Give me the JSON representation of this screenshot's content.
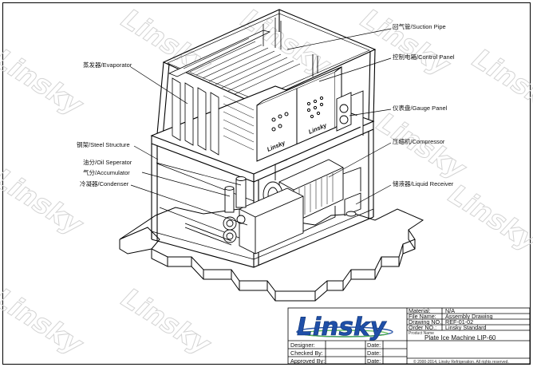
{
  "watermark": "Linsky",
  "labels": {
    "suction_pipe": "回气管/Suction Pipe",
    "control_panel": "控制电箱/Control Panel",
    "evaporator": "蒸发器/Evaporator",
    "gauge_panel": "仪表盘/Gauge Panel",
    "steel_structure": "钢架/Steel Structure",
    "compressor": "压缩机/Compressor",
    "oil_separator": "油分/Oil Seperator",
    "accumulator": "气分/Accumulator",
    "condenser": "冷凝器/Condenser",
    "liquid_receiver": "储液器/Liquid Receiver"
  },
  "panel_logo": "Linsky",
  "title_block": {
    "logo": "Linsky",
    "material_label": "Material:",
    "material_value": "N/A",
    "file_name_label": "File Name:",
    "file_name_value": "Assembly Drawing",
    "drawing_no_label": "Drawing NO.:",
    "drawing_no_value": "REF-01-02",
    "order_no_label": "Order NO.:",
    "order_no_value": "Linsky Standard",
    "product_name_label": "Product Name",
    "product_name_value": "Plate Ice Machine LIP-60",
    "copyright": "© 2000-2014, Linsky Refrigeration. All rights reserved.",
    "designer_label": "Designer:",
    "checked_label": "Checked By:",
    "approved_label": "Approved By:",
    "date_label": "Date:"
  }
}
